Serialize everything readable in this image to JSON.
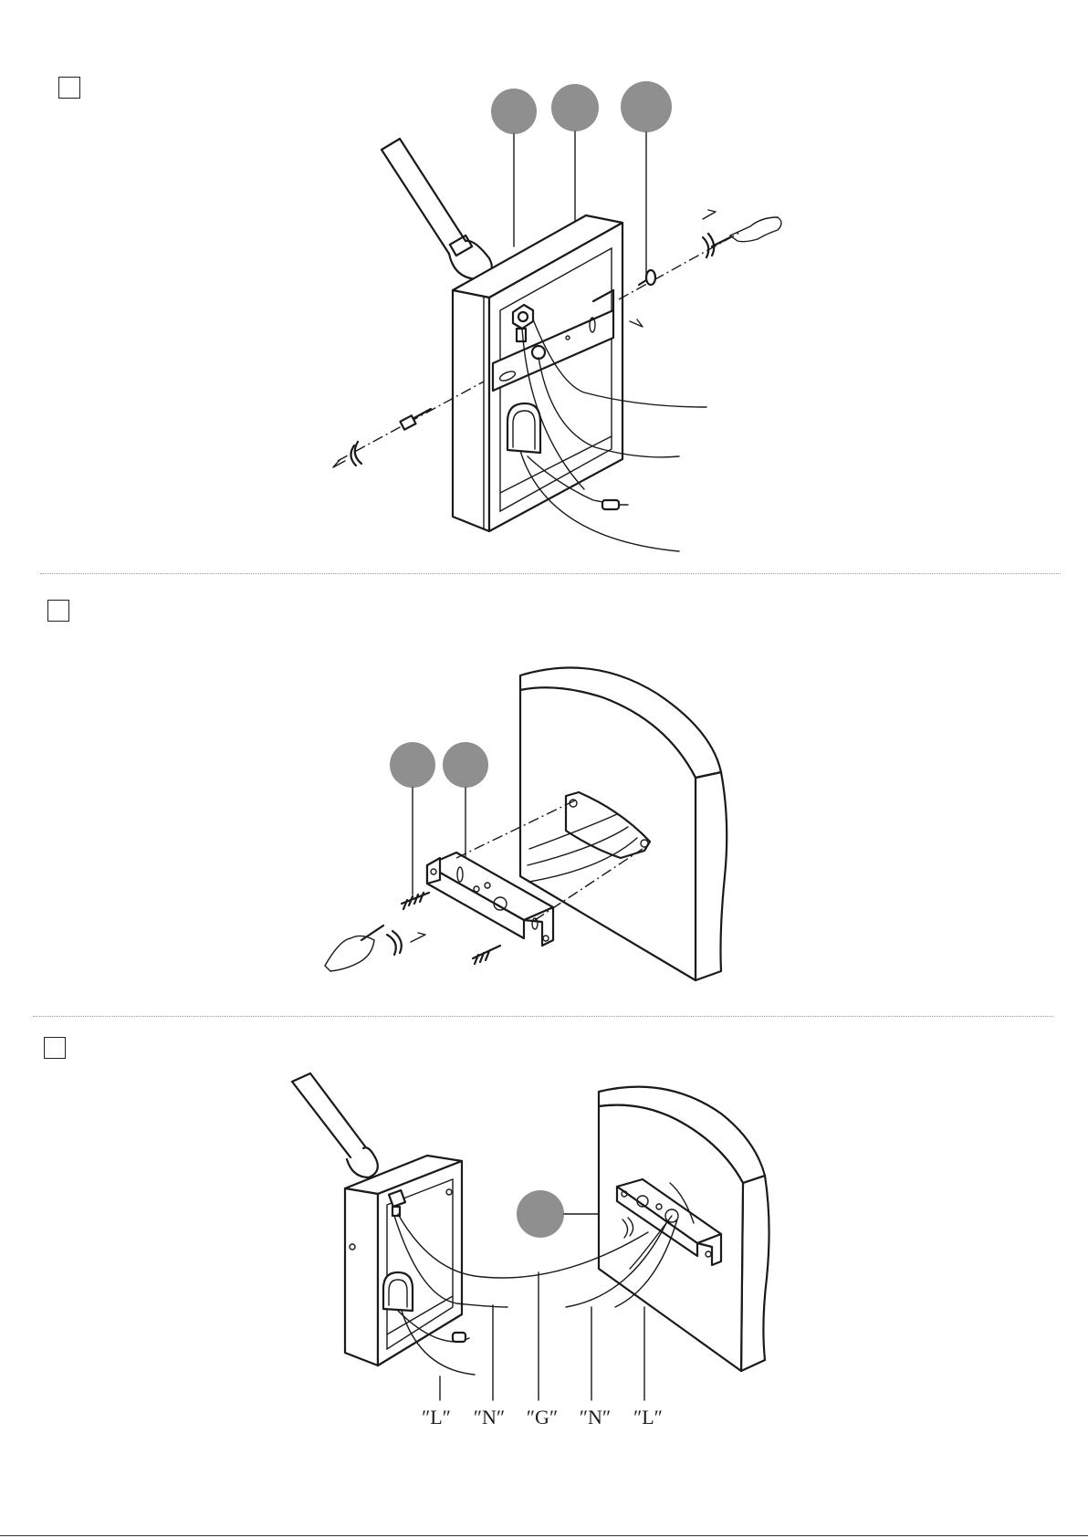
{
  "wire_labels": [
    "″L″",
    "″N″",
    "″G″",
    "″N″",
    "″L″"
  ],
  "colors": {
    "line": "#1a1a1a",
    "callout": "#8f8f8f",
    "divider": "#9a9a9a",
    "background": "#ffffff"
  }
}
